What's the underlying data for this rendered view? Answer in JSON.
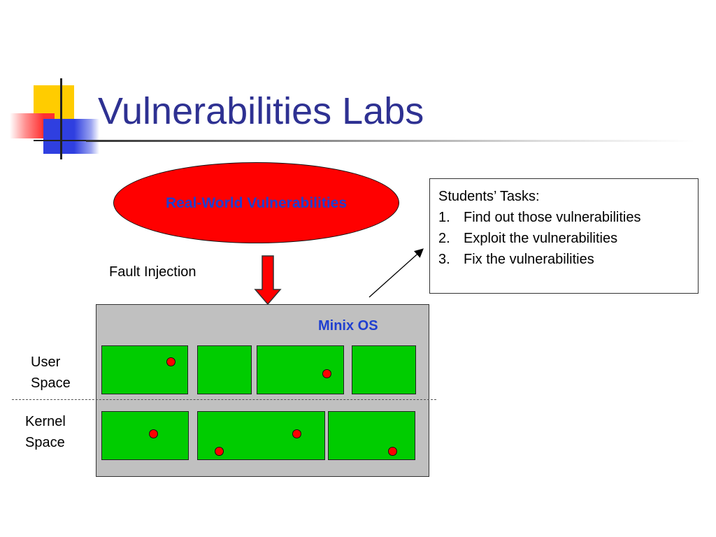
{
  "slide": {
    "title": "Vulnerabilities Labs"
  },
  "diagram": {
    "source_label": "Real-World Vulnerabilities",
    "fault_label": "Fault Injection",
    "os_label": "Minix OS",
    "user_space_line1": "User",
    "user_space_line2": "Space",
    "kernel_space_line1": "Kernel",
    "kernel_space_line2": "Space"
  },
  "tasks": {
    "heading": "Students’ Tasks:",
    "items": [
      {
        "num": "1.",
        "text": "Find out those vulnerabilities"
      },
      {
        "num": "2.",
        "text": "Exploit the vulnerabilities"
      },
      {
        "num": "3.",
        "text": "Fix the vulnerabilities"
      }
    ]
  },
  "colors": {
    "title": "#2e3192",
    "ellipse_fill": "#ff0000",
    "label_blue": "#1f3fd0",
    "module_green": "#00cc00",
    "os_gray": "#c0c0c0",
    "bug_red": "#ff0000"
  }
}
